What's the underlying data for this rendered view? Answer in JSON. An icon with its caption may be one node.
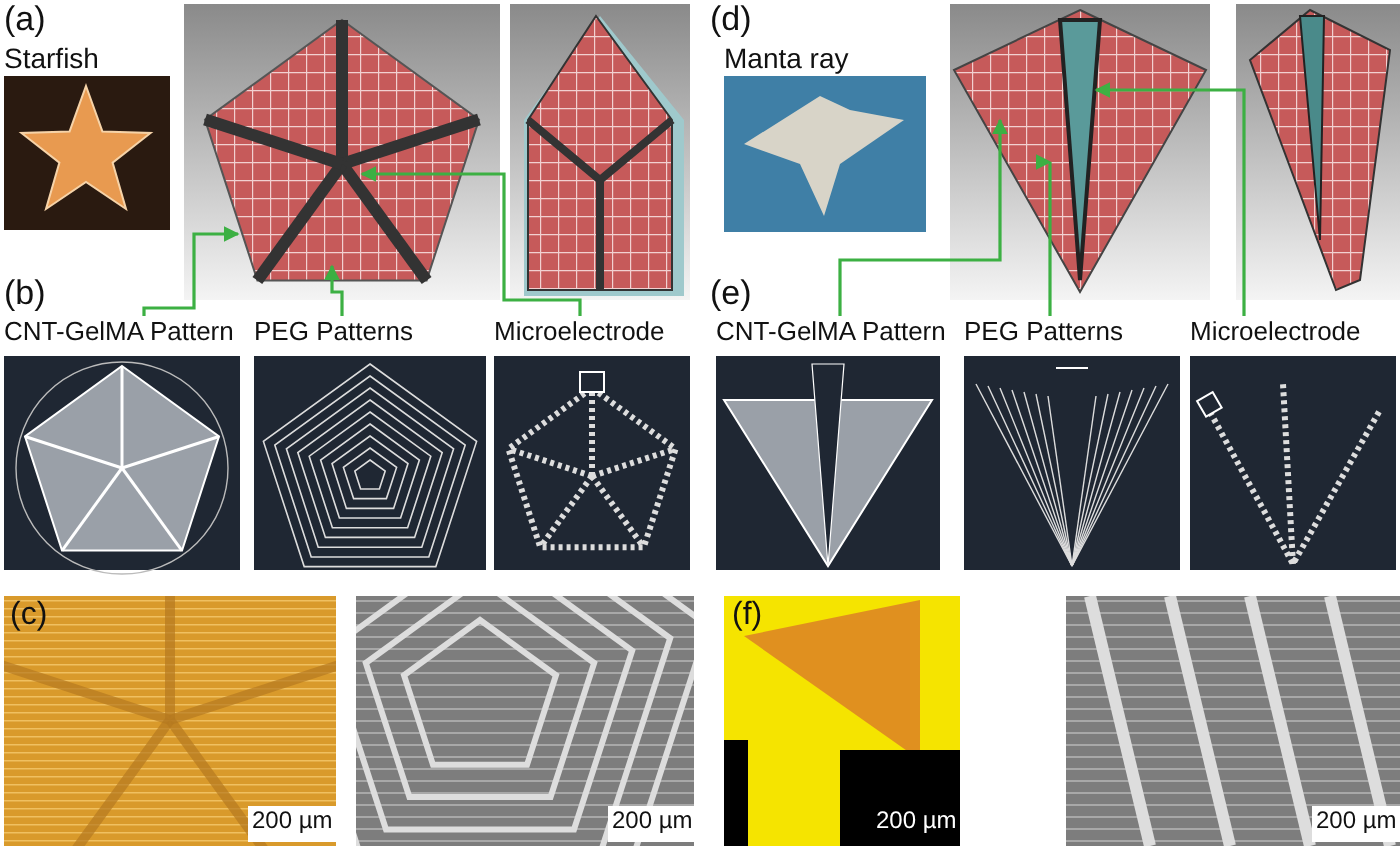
{
  "diagram": {
    "nodes": [
      {
        "text": [
          "CNT-GelMA Pattern"
        ]
      },
      {
        "text": [
          "PEG Patterns"
        ]
      },
      {
        "text": [
          "Microelectrode"
        ]
      },
      {
        "text": [
          "CNT-GelMA Pattern"
        ]
      },
      {
        "text": [
          "PEG Patterns"
        ]
      },
      {
        "text": [
          "Microelectrode"
        ]
      }
    ],
    "edges": [
      {
        "from": 0,
        "to": null,
        "arrow": "to"
      },
      {
        "from": 1,
        "to": null,
        "arrow": "to"
      },
      {
        "from": 2,
        "to": null,
        "arrow": "to"
      },
      {
        "from": 3,
        "to": null,
        "arrow": "to"
      },
      {
        "from": 4,
        "to": null,
        "arrow": "to"
      },
      {
        "from": 5,
        "to": null,
        "arrow": "to"
      }
    ],
    "labels": [
      "(a)",
      "Starfish",
      "(d)",
      "Manta ray",
      "(b)",
      "(e)",
      "(c)",
      "200 µm",
      "200 µm",
      "(f)",
      "200 µm",
      "200 µm"
    ]
  }
}
